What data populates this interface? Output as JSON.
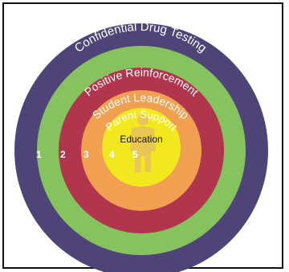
{
  "diagram": {
    "rings": [
      {
        "number": "1",
        "label": "Confidential Drug Testing",
        "color": "#4e4478"
      },
      {
        "number": "2",
        "label": "Positive Reinforcement",
        "color": "#86c25e"
      },
      {
        "number": "3",
        "label": "Student Leadership",
        "color": "#b2354e"
      },
      {
        "number": "4",
        "label": "Parent Support",
        "color": "#f0a050"
      },
      {
        "number": "5",
        "label": "Education",
        "color": "#f2e81f"
      }
    ]
  }
}
